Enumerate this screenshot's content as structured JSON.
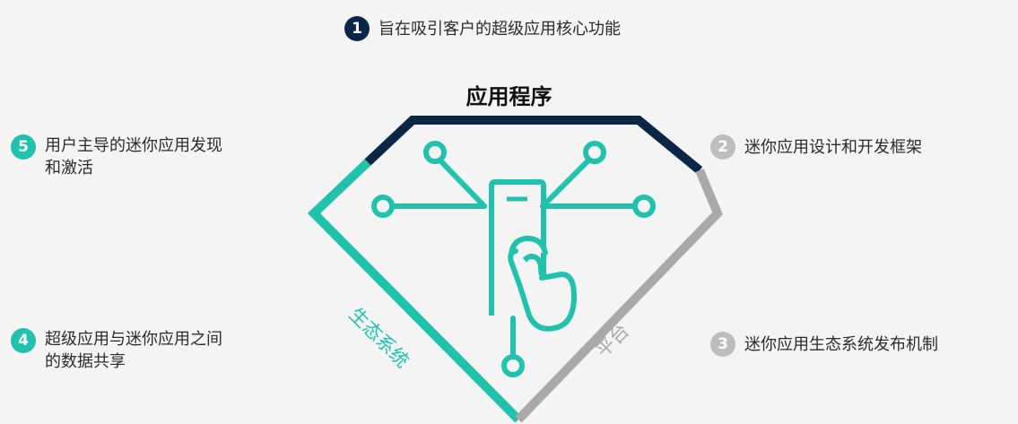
{
  "title": "应用程序",
  "items": [
    {
      "number": "1",
      "text": "旨在吸引客户的超级应用核心功能"
    },
    {
      "number": "2",
      "text": "迷你应用设计和开发框架"
    },
    {
      "number": "3",
      "text": "迷你应用生态系统发布机制"
    },
    {
      "number": "4",
      "text_line1": "超级应用与迷你应用之间",
      "text_line2": "的数据共享"
    },
    {
      "number": "5",
      "text_line1": "用户主导的迷你应用发现",
      "text_line2": "和激活"
    }
  ],
  "edge_labels": {
    "left": "生态系统",
    "right": "平台"
  },
  "colors": {
    "navy": "#0b2546",
    "teal": "#21c2ad",
    "gray": "#a9a9a9",
    "background": "#f4f4f4"
  },
  "icons": [
    "hand-tap-icon",
    "phone-icon",
    "network-nodes-icon"
  ]
}
